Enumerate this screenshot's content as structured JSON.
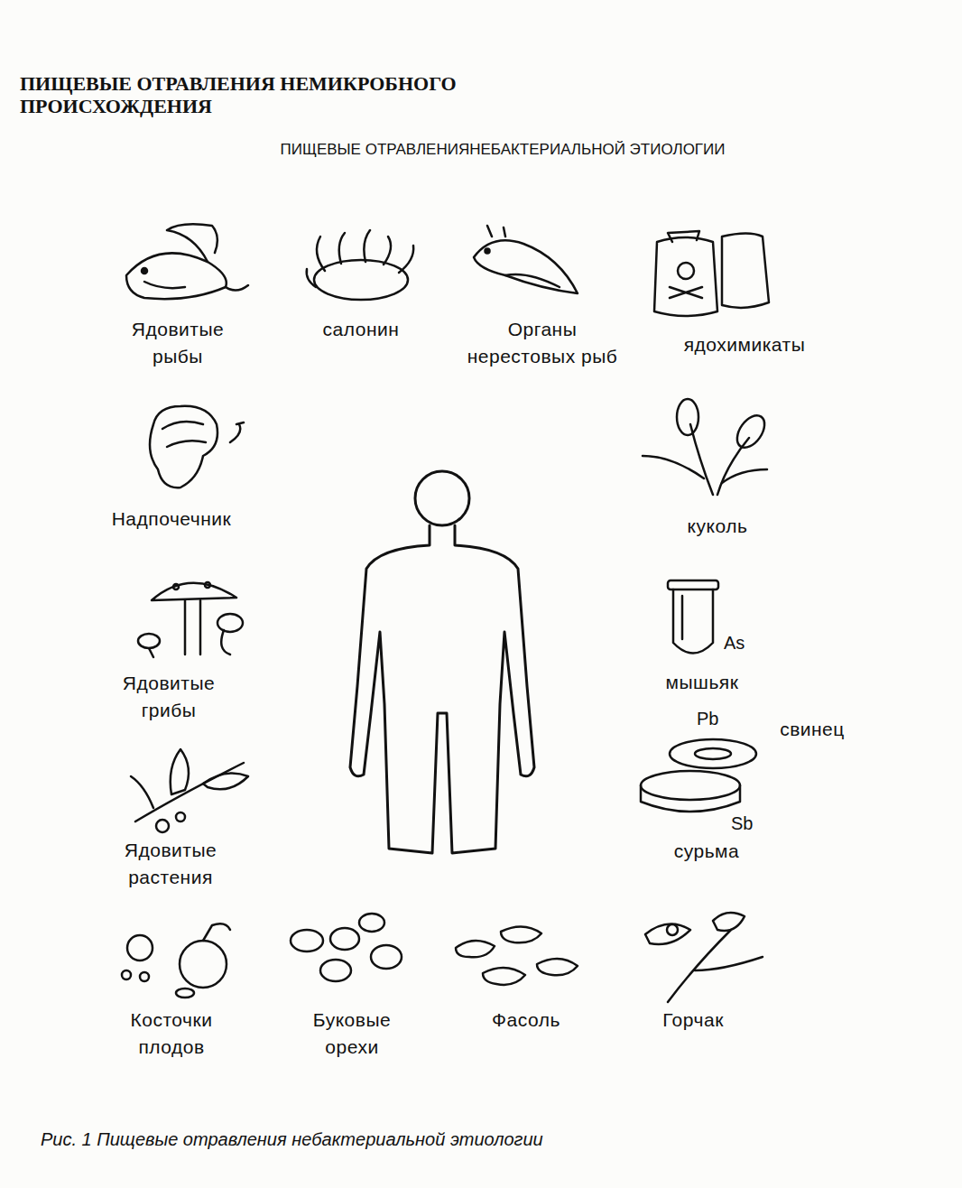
{
  "diagram": {
    "title": "ПИЩЕВЫЕ ОТРАВЛЕНИЯ НЕМИКРОБНОГО ПРОИСХОЖДЕНИЯ",
    "caption": "Рис. 1 Пищевые отравления небактериальной этиологии",
    "labels": [
      "ПИЩЕВЫЕ ОТРАВЛЕНИЯНЕБАКТЕРИАЛЬНОЙ ЭТИОЛОГИИ",
      "Ядовитые рыбы",
      "салонин",
      "Органы нерестовых рыб",
      "ядохимикаты",
      "Надпочечник",
      "куколь",
      "Ядовитые грибы",
      "As",
      "мышьяк",
      "Pb",
      "свинец",
      "Ядовитые растения",
      "Sb",
      "сурьма",
      "Косточки плодов",
      "Буковые орехи",
      "Фасоль",
      "Горчак"
    ]
  }
}
